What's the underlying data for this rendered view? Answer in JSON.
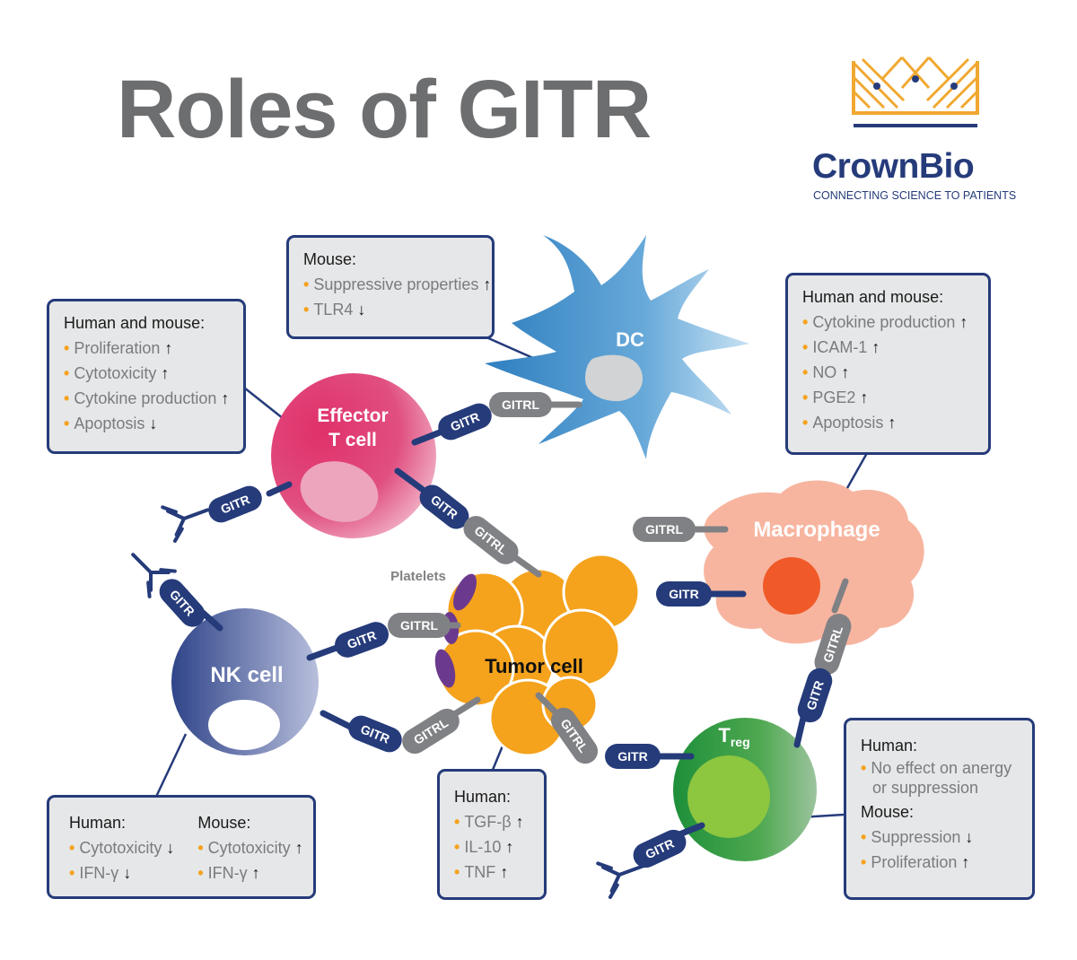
{
  "title": "Roles of GITR",
  "logo": {
    "name": "CrownBio",
    "tagline": "CONNECTING SCIENCE TO PATIENTS"
  },
  "cells": {
    "effector_t": "Effector\nT cell",
    "dc": "DC",
    "macrophage": "Macrophage",
    "nk": "NK cell",
    "tumor": "Tumor cell",
    "treg": "T",
    "treg_sub": "reg",
    "platelets": "Platelets"
  },
  "receptor_labels": {
    "gitr": "GITR",
    "gitrl": "GITRL"
  },
  "boxes": {
    "effector": {
      "heading": "Human and mouse:",
      "items": [
        {
          "text": "Proliferation",
          "arrow": "↑"
        },
        {
          "text": "Cytotoxicity",
          "arrow": "↑"
        },
        {
          "text": "Cytokine production",
          "arrow": "↑"
        },
        {
          "text": "Apoptosis",
          "arrow": "↓"
        }
      ]
    },
    "dc": {
      "heading": "Mouse:",
      "items": [
        {
          "text": "Suppressive properties",
          "arrow": "↑"
        },
        {
          "text": "TLR4",
          "arrow": "↓"
        }
      ]
    },
    "macrophage": {
      "heading": "Human and mouse:",
      "items": [
        {
          "text": "Cytokine production",
          "arrow": "↑"
        },
        {
          "text": "ICAM-1",
          "arrow": "↑"
        },
        {
          "text": "NO",
          "arrow": "↑"
        },
        {
          "text": "PGE2",
          "arrow": "↑"
        },
        {
          "text": "Apoptosis",
          "arrow": "↑"
        }
      ]
    },
    "nk": {
      "human_heading": "Human:",
      "human_items": [
        {
          "text": "Cytotoxicity",
          "arrow": "↓"
        },
        {
          "text": "IFN-γ",
          "arrow": "↓"
        }
      ],
      "mouse_heading": "Mouse:",
      "mouse_items": [
        {
          "text": "Cytotoxicity",
          "arrow": "↑"
        },
        {
          "text": "IFN-γ",
          "arrow": "↑"
        }
      ]
    },
    "tumor": {
      "heading": "Human:",
      "items": [
        {
          "text": "TGF-β",
          "arrow": "↑"
        },
        {
          "text": "IL-10",
          "arrow": "↑"
        },
        {
          "text": "TNF",
          "arrow": "↑"
        }
      ]
    },
    "treg": {
      "human_heading": "Human:",
      "human_items": [
        {
          "text": "No effect on anergy\nor suppression",
          "arrow": ""
        }
      ],
      "mouse_heading": "Mouse:",
      "mouse_items": [
        {
          "text": "Suppression",
          "arrow": "↓"
        },
        {
          "text": "Proliferation",
          "arrow": "↑"
        }
      ]
    }
  },
  "colors": {
    "title": "#6d6e70",
    "navy": "#253b7a",
    "gitrl_gray": "#808184",
    "effector": "#d8346c",
    "dc": "#4a90c8",
    "macrophage": "#f7b5a0",
    "nk": "#3f5393",
    "tumor": "#f5a21c",
    "treg": "#3d9a47",
    "platelet": "#6b3a8e",
    "bullet": "#f5a21c",
    "logo_gold": "#f0a830"
  }
}
